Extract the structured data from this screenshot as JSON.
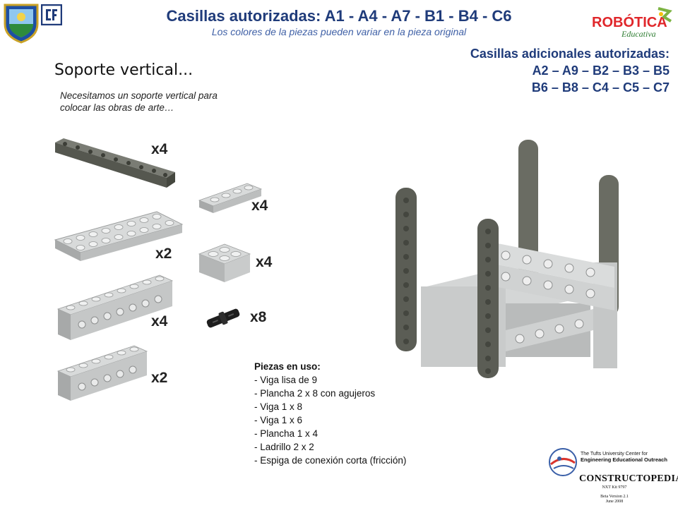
{
  "header": {
    "title": "Casillas autorizadas: A1 - A4 - A7 - B1 - B4 - C6",
    "subtitle": "Los colores de la piezas pueden variar en la pieza original"
  },
  "additional": {
    "heading": "Casillas adicionales autorizadas:",
    "line1": "A2 – A9 – B2 – B3 – B5",
    "line2": "B6 – B8 – C4 – C5 – C7"
  },
  "section": {
    "title": "Soporte vertical...",
    "description": "Necesitamos un soporte vertical para colocar las obras de arte…"
  },
  "parts": [
    {
      "label": "x4",
      "icon": "beam-9-icon"
    },
    {
      "label": "x2",
      "icon": "plate-2x8-icon"
    },
    {
      "label": "x4",
      "icon": "technic-beam-1x8-icon"
    },
    {
      "label": "x2",
      "icon": "technic-beam-1x6-icon"
    },
    {
      "label": "x4",
      "icon": "plate-1x4-icon"
    },
    {
      "label": "x4",
      "icon": "brick-2x2-icon"
    },
    {
      "label": "x8",
      "icon": "friction-pin-icon"
    }
  ],
  "pieces_in_use": {
    "heading": "Piezas en uso:",
    "items": [
      "- Viga lisa de 9",
      "- Plancha 2 x 8 con agujeros",
      "- Viga 1 x 8",
      "- Viga 1 x 6",
      "- Plancha 1 x 4",
      "- Ladrillo 2 x 2",
      "- Espiga de conexión corta (fricción)"
    ]
  },
  "logos": {
    "robotica_text": "ROBÓTICA",
    "robotica_sub": "Educativa",
    "tufts_line1": "The Tufts University Center for",
    "tufts_line2": "Engineering Educational Outreach",
    "constructopedia": "CONSTRUCTOPEDIA",
    "kit": "NXT Kit 9797",
    "beta_line1": "Beta Version 2.1",
    "beta_line2": "June 2008"
  },
  "colors": {
    "title_blue": "#1f3b7a",
    "beam_dark": "#5b5d55",
    "brick_light": "#c9cbcb"
  }
}
